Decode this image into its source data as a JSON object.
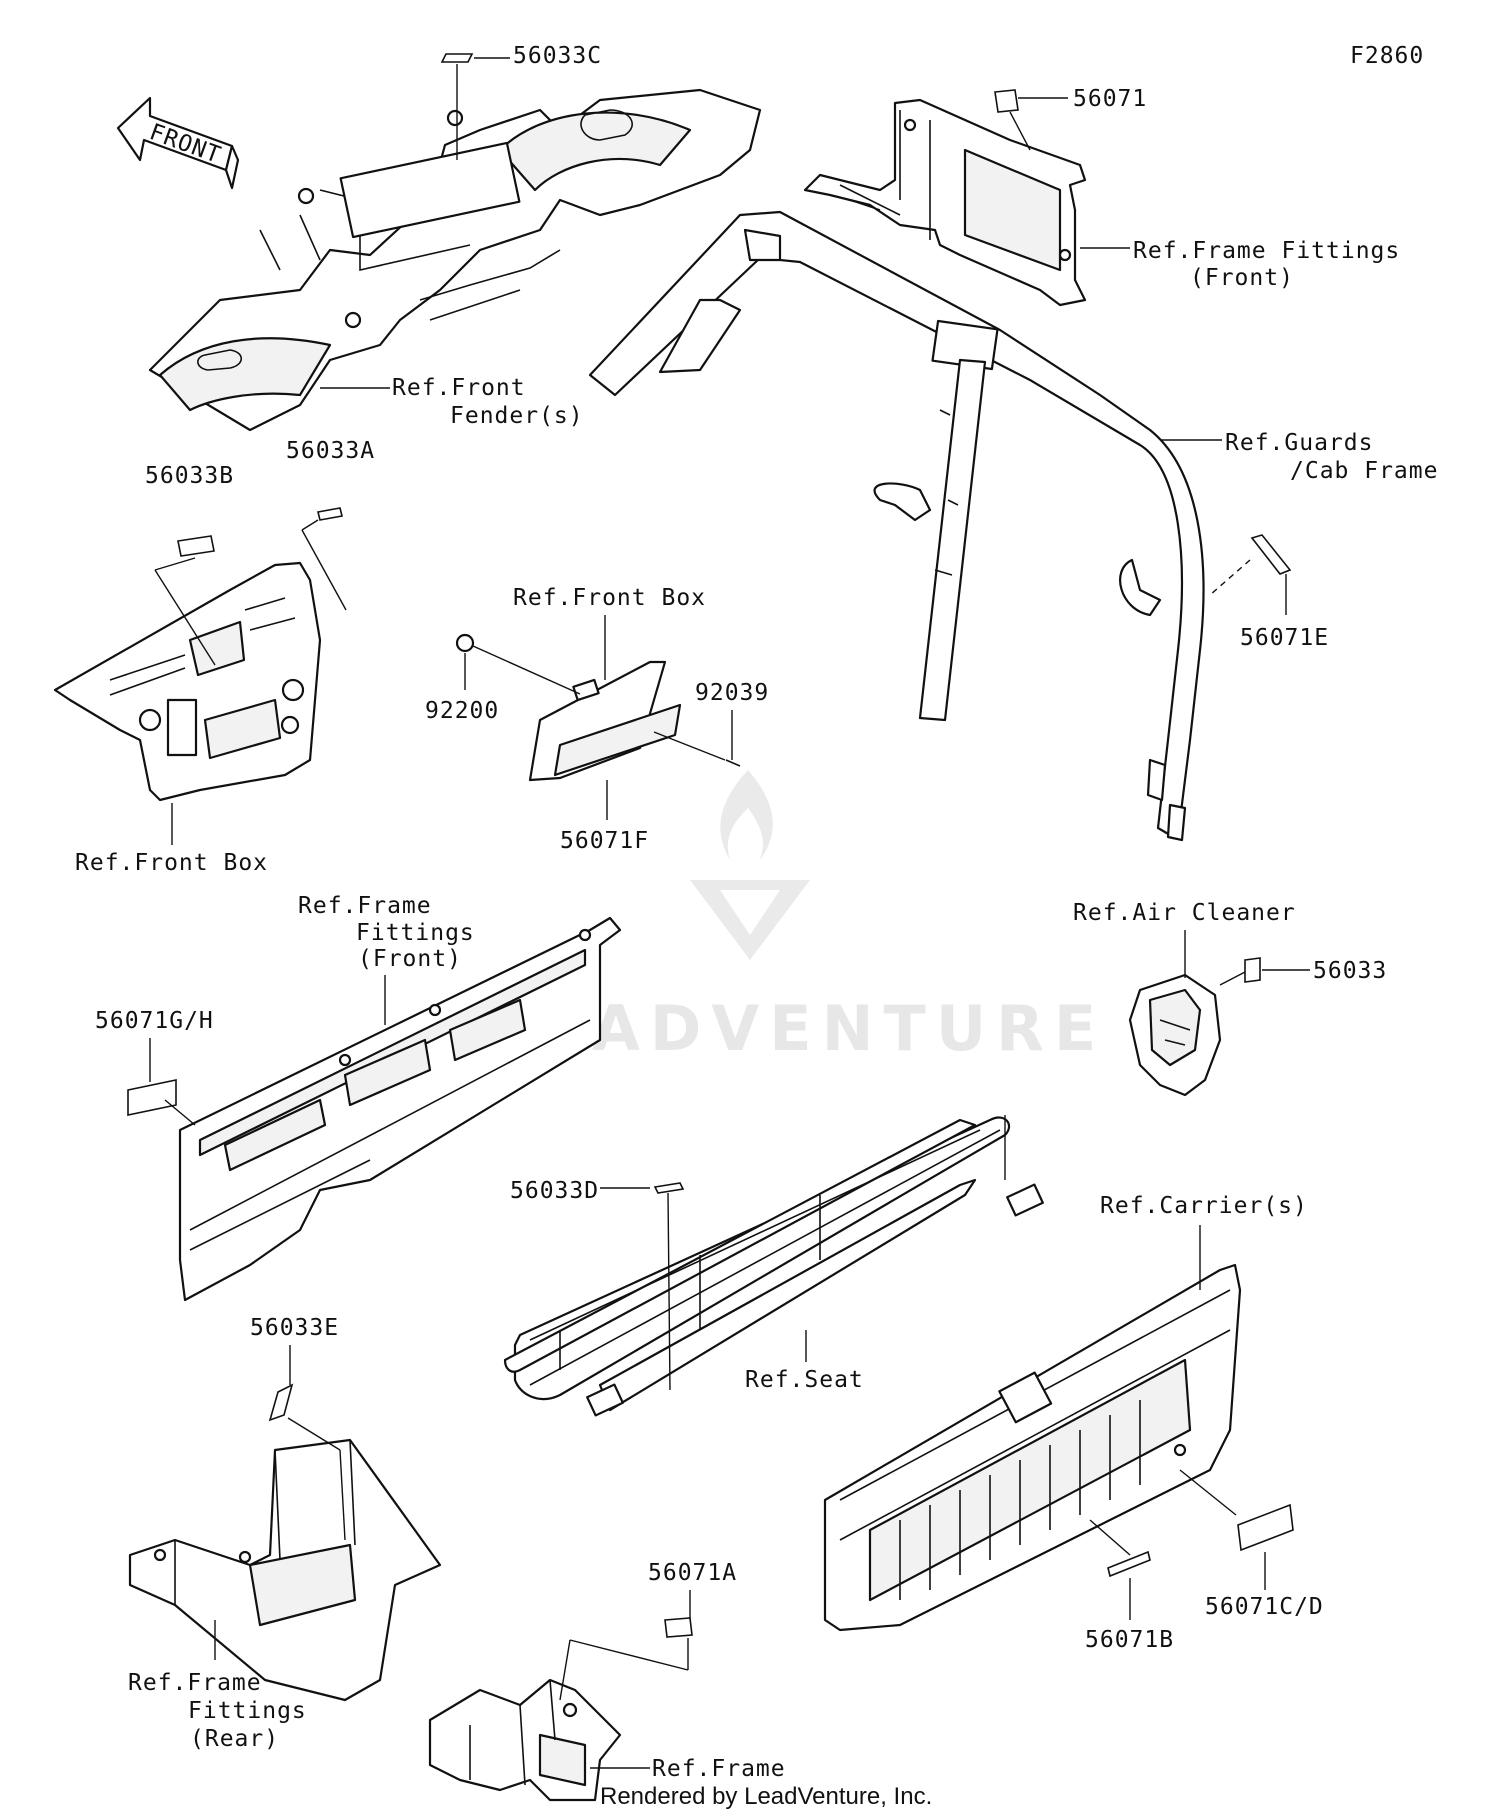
{
  "figure_code": "F2860",
  "front_arrow": "FRONT",
  "credit": "Rendered by LeadVenture, Inc.",
  "watermark": "LEADVENTURE",
  "callouts": {
    "p56033C": "56033C",
    "p56071": "56071",
    "ref_frame_fittings_front_top_1": "Ref.Frame Fittings",
    "ref_frame_fittings_front_top_2": "(Front)",
    "ref_front_fenders_1": "Ref.Front",
    "ref_front_fenders_2": "Fender(s)",
    "ref_guards_1": "Ref.Guards",
    "ref_guards_2": "/Cab Frame",
    "p56033B": "56033B",
    "p56033A": "56033A",
    "ref_front_box_center": "Ref.Front Box",
    "p92200": "92200",
    "p92039": "92039",
    "p56071E": "56071E",
    "p56071F": "56071F",
    "ref_front_box_left": "Ref.Front Box",
    "ref_frame_fittings_mid_1": "Ref.Frame",
    "ref_frame_fittings_mid_2": "Fittings",
    "ref_frame_fittings_mid_3": "(Front)",
    "ref_air_cleaner": "Ref.Air Cleaner",
    "p56033": "56033",
    "p56071GH": "56071G/H",
    "p56033D": "56033D",
    "ref_carriers": "Ref.Carrier(s)",
    "ref_seat": "Ref.Seat",
    "p56033E": "56033E",
    "p56071A": "56071A",
    "p56071B": "56071B",
    "p56071CD": "56071C/D",
    "ref_frame_fittings_rear_1": "Ref.Frame",
    "ref_frame_fittings_rear_2": "Fittings",
    "ref_frame_fittings_rear_3": "(Rear)",
    "ref_frame": "Ref.Frame"
  }
}
